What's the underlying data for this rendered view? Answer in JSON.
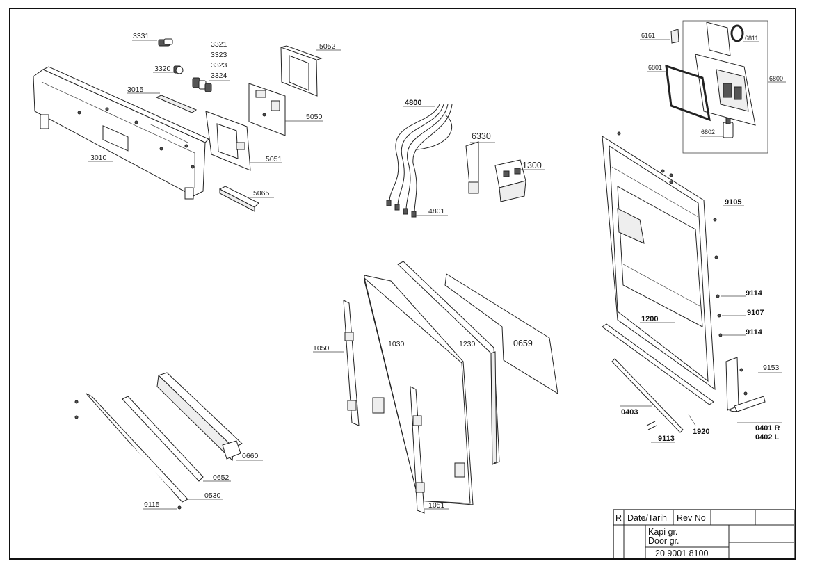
{
  "labels": {
    "p3331": "3331",
    "p3321": "3321",
    "p3323a": "3323",
    "p3323b": "3323",
    "p3324": "3324",
    "p3320": "3320",
    "p3015": "3015",
    "p3010": "3010",
    "p5052": "5052",
    "p5050": "5050",
    "p5051": "5051",
    "p5065": "5065",
    "p4800": "4800",
    "p4801": "4801",
    "p6330": "6330",
    "p1300": "1300",
    "p6161": "6161",
    "p6811": "6811",
    "p6801": "6801",
    "p6800": "6800",
    "p6802": "6802",
    "p9105": "9105",
    "p9114a": "9114",
    "p9107": "9107",
    "p9114b": "9114",
    "p1200": "1200",
    "p9153": "9153",
    "p0403": "0403",
    "p1920": "1920",
    "p9113": "9113",
    "p0401": "0401 R",
    "p0402": "0402 L",
    "p1050": "1050",
    "p1030": "1030",
    "p1230": "1230",
    "p0659": "0659",
    "p1051": "1051",
    "p0660": "0660",
    "p0652": "0652",
    "p0530": "0530",
    "p9115": "9115"
  },
  "title_block": {
    "rev_marker": "R",
    "date_header": "Date/Tarih",
    "rev_header": "Rev No",
    "title_line1": "Kapi gr.",
    "title_line2": "Door gr.",
    "drawing_number": "20 9001 8100"
  }
}
